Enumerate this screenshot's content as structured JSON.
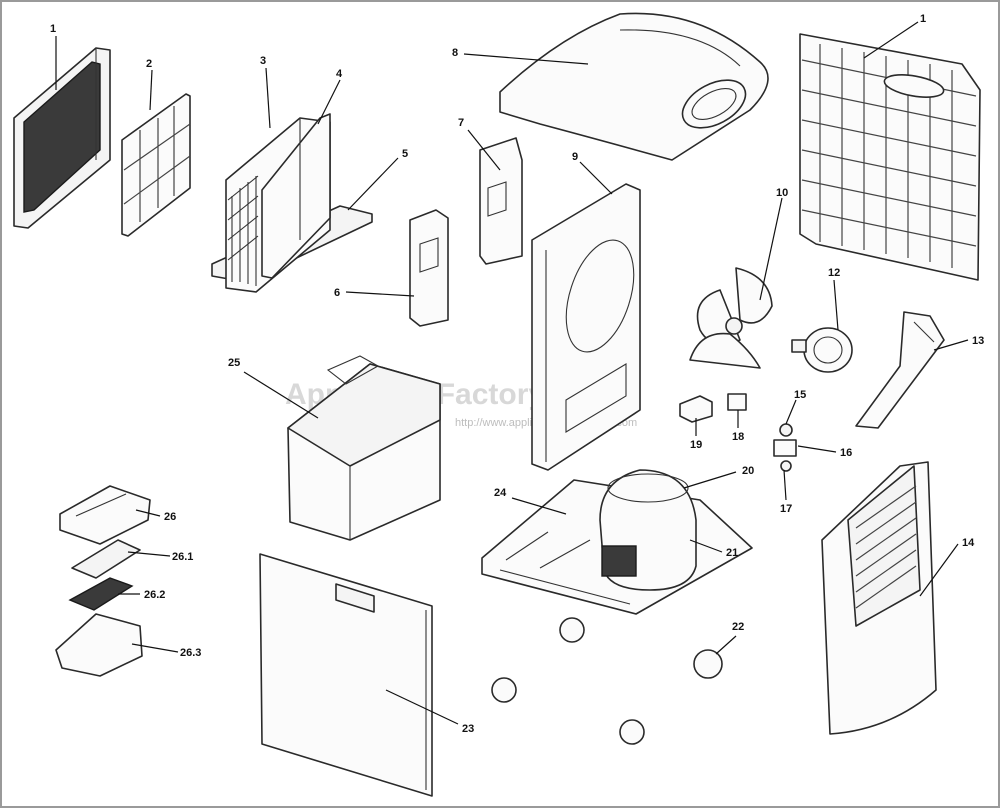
{
  "watermark": {
    "main": "Appliance Factory Parts",
    "url": "http://www.appliancefactoryparts.com"
  },
  "callouts": [
    {
      "id": "c-1a",
      "text": "1"
    },
    {
      "id": "c-2",
      "text": "2"
    },
    {
      "id": "c-3",
      "text": "3"
    },
    {
      "id": "c-4",
      "text": "4"
    },
    {
      "id": "c-5",
      "text": "5"
    },
    {
      "id": "c-6",
      "text": "6"
    },
    {
      "id": "c-7",
      "text": "7"
    },
    {
      "id": "c-8",
      "text": "8"
    },
    {
      "id": "c-9",
      "text": "9"
    },
    {
      "id": "c-1b",
      "text": "1"
    },
    {
      "id": "c-10",
      "text": "10"
    },
    {
      "id": "c-12",
      "text": "12"
    },
    {
      "id": "c-13",
      "text": "13"
    },
    {
      "id": "c-25",
      "text": "25"
    },
    {
      "id": "c-15",
      "text": "15"
    },
    {
      "id": "c-16",
      "text": "16"
    },
    {
      "id": "c-17",
      "text": "17"
    },
    {
      "id": "c-18",
      "text": "18"
    },
    {
      "id": "c-19",
      "text": "19"
    },
    {
      "id": "c-20",
      "text": "20"
    },
    {
      "id": "c-21",
      "text": "21"
    },
    {
      "id": "c-24",
      "text": "24"
    },
    {
      "id": "c-26",
      "text": "26"
    },
    {
      "id": "c-26-1",
      "text": "26.1"
    },
    {
      "id": "c-26-2",
      "text": "26.2"
    },
    {
      "id": "c-26-3",
      "text": "26.3"
    },
    {
      "id": "c-22",
      "text": "22"
    },
    {
      "id": "c-23",
      "text": "23"
    },
    {
      "id": "c-14",
      "text": "14"
    }
  ]
}
